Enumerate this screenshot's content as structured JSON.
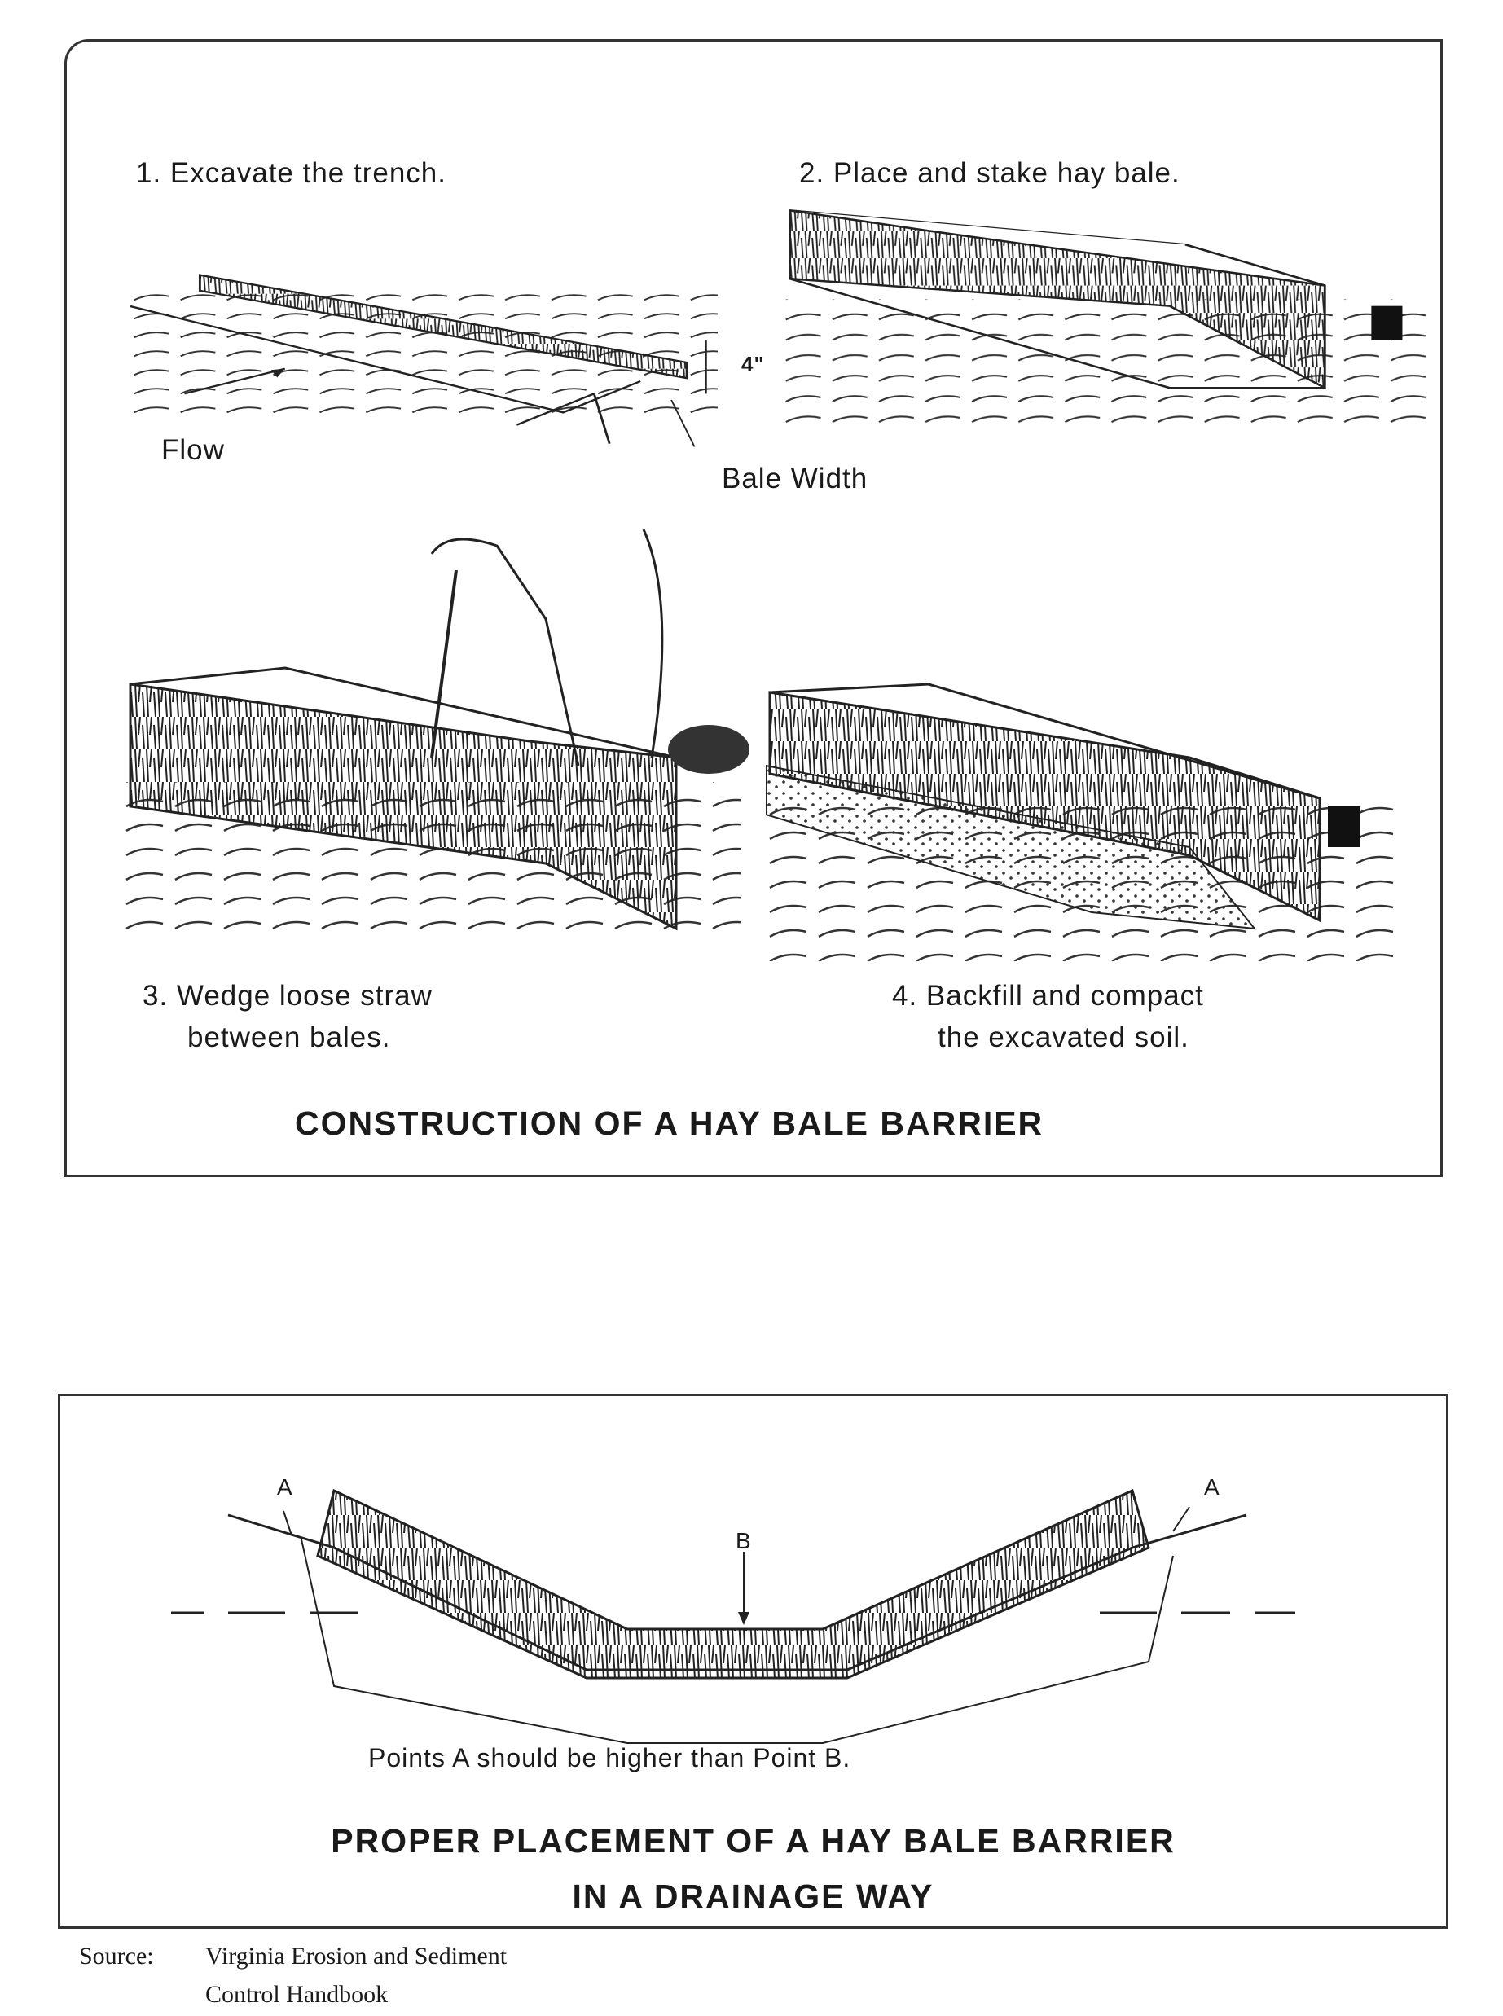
{
  "figure1": {
    "steps": [
      {
        "label": "1. Excavate the trench."
      },
      {
        "label": "2. Place and stake hay bale."
      },
      {
        "label": "3. Wedge loose straw",
        "label2": "between bales."
      },
      {
        "label": "4. Backfill and compact",
        "label2": "the excavated soil."
      }
    ],
    "flow_label": "Flow",
    "depth_label": "4\"",
    "bale_width_label": "Bale Width",
    "title": "CONSTRUCTION OF A HAY BALE BARRIER"
  },
  "figure2": {
    "point_a_label": "A",
    "point_b_label": "B",
    "note": "Points A should be higher than Point B.",
    "title_line1": "PROPER PLACEMENT OF A HAY BALE BARRIER",
    "title_line2": "IN A DRAINAGE WAY"
  },
  "source": {
    "label": "Source:",
    "line1": "Virginia Erosion and Sediment",
    "line2": "Control Handbook"
  }
}
